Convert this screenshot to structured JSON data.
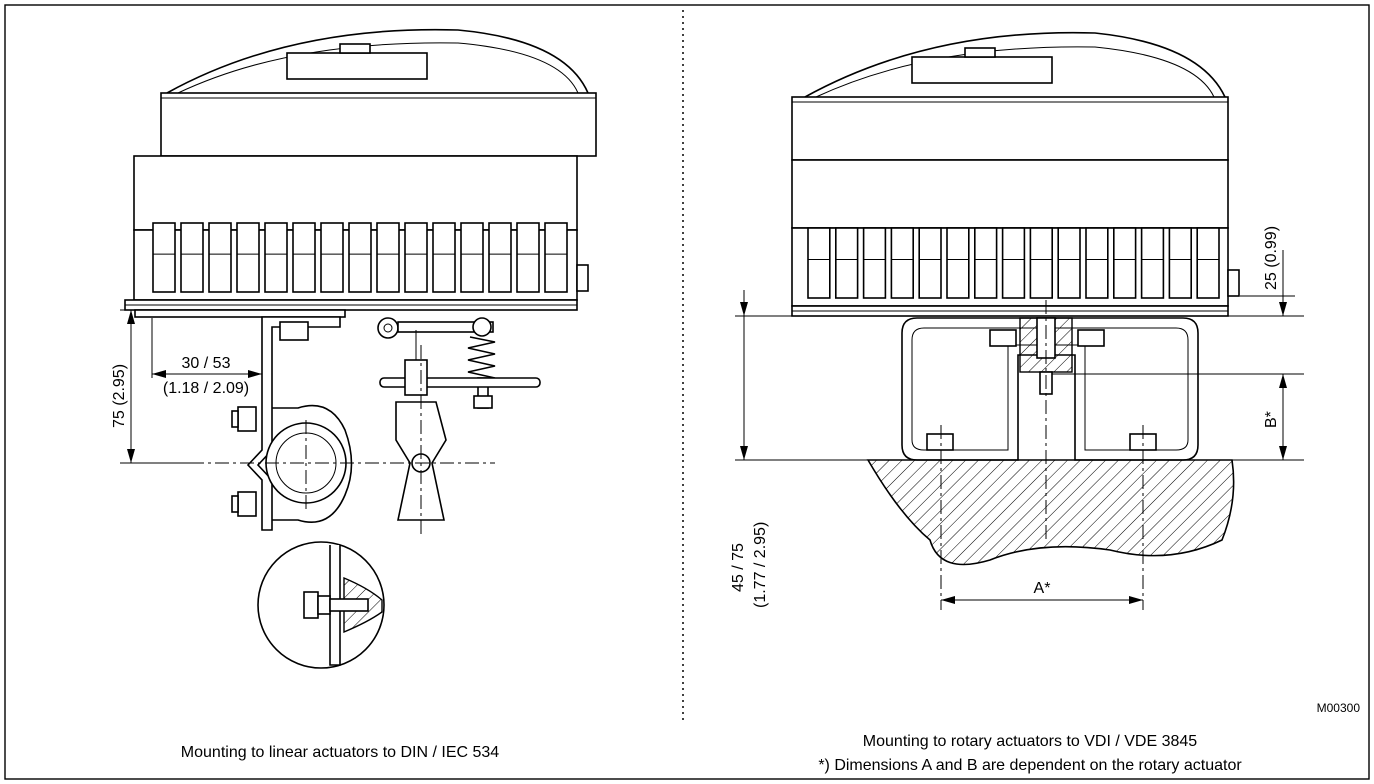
{
  "left_view": {
    "caption": "Mounting to linear actuators to DIN / IEC 534",
    "dim_height": "75 (2.95)",
    "dim_offset_mm": "30 / 53",
    "dim_offset_in": "(1.18 / 2.09)"
  },
  "right_view": {
    "caption_line1": "Mounting to rotary actuators to VDI / VDE 3845",
    "caption_line2": "*) Dimensions A and B are dependent on the rotary actuator",
    "dim_top": "25 (0.99)",
    "dim_b": "B*",
    "dim_a": "A*",
    "dim_height_mm": "45 / 75",
    "dim_height_in": "(1.77 / 2.95)",
    "drawing_code": "M00300"
  }
}
